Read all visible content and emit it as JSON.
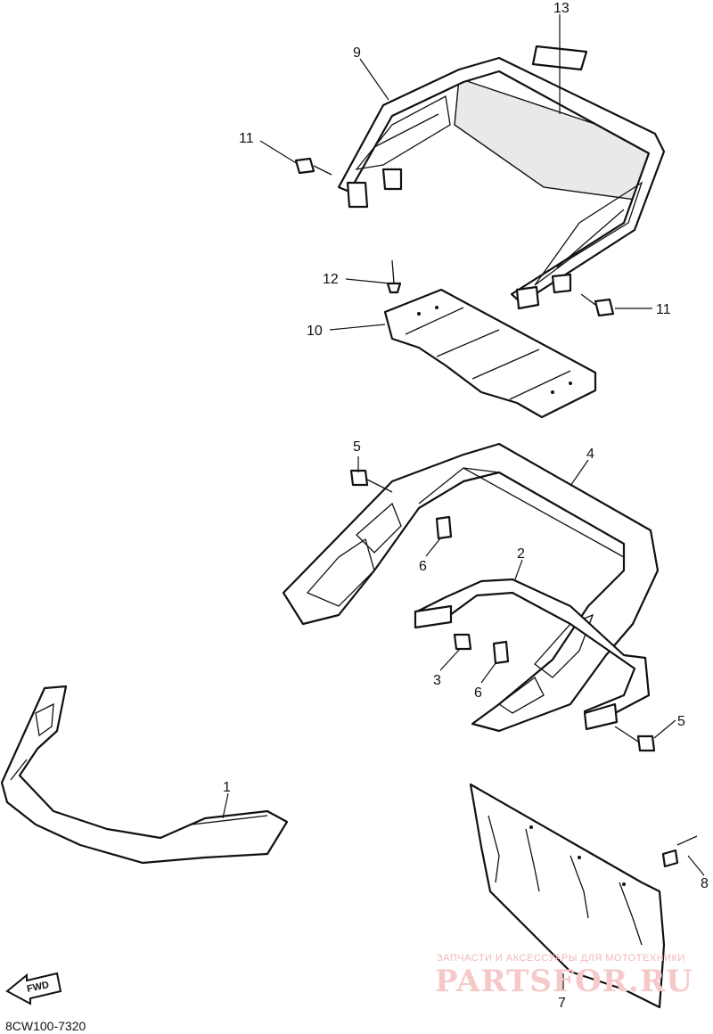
{
  "diagram": {
    "callouts": [
      {
        "id": "c13",
        "text": "13"
      },
      {
        "id": "c9",
        "text": "9"
      },
      {
        "id": "c11a",
        "text": "11"
      },
      {
        "id": "c11b",
        "text": "11"
      },
      {
        "id": "c12",
        "text": "12"
      },
      {
        "id": "c10",
        "text": "10"
      },
      {
        "id": "c5a",
        "text": "5"
      },
      {
        "id": "c4",
        "text": "4"
      },
      {
        "id": "c6a",
        "text": "6"
      },
      {
        "id": "c2",
        "text": "2"
      },
      {
        "id": "c3",
        "text": "3"
      },
      {
        "id": "c6b",
        "text": "6"
      },
      {
        "id": "c5b",
        "text": "5"
      },
      {
        "id": "c1",
        "text": "1"
      },
      {
        "id": "c8",
        "text": "8"
      },
      {
        "id": "c7",
        "text": "7"
      }
    ],
    "fwd_label": "FWD",
    "drawing_code": "8CW100-7320",
    "watermark": {
      "tagline": "ЗАПЧАСТИ И АКСЕССУАРЫ ДЛЯ МОТОТЕХНИКИ",
      "brand": "PARTSFOR.RU"
    }
  }
}
